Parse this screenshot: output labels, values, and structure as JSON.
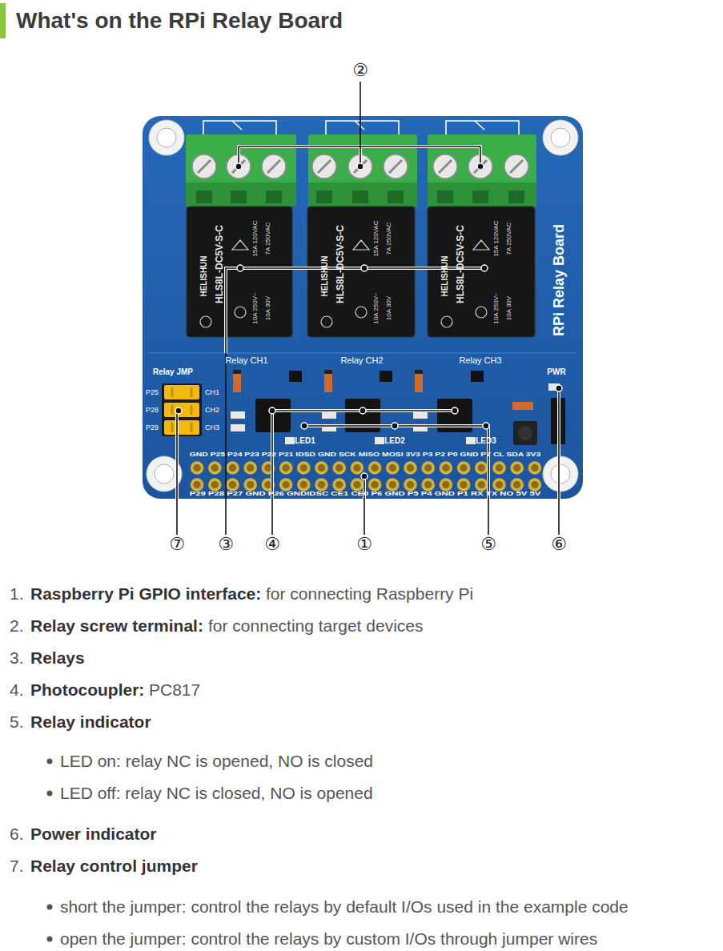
{
  "diagram": {
    "title": "What's on the RPi Relay Board",
    "labels": [
      "②",
      "HELISHUN",
      "HLS8L-DC5V-S-C",
      "15A 120VAC",
      "7A 250VAC",
      "10A 250V~",
      "10A 30V",
      "HELISHUN",
      "HLS8L-DC5V-S-C",
      "15A 120VAC",
      "7A 250VAC",
      "10A 250V~",
      "10A 30V",
      "HELISHUN",
      "HLS8L-DC5V-S-C",
      "15A 120VAC",
      "7A 250VAC",
      "10A 250V~",
      "10A 30V",
      "Relay CH1",
      "Relay CH2",
      "Relay CH3",
      "RPi Relay Board",
      "Relay JMP",
      "P25",
      "CH1",
      "P28",
      "CH2",
      "P29",
      "CH3",
      "LED1",
      "LED2",
      "LED3",
      "PWR",
      "GND P25 P24 P23 P22 P21 IDSD GND SCK MISO MOSI 3V3 P3 P2 P0 GND P7 CL SDA 3V3",
      "P29 P28 P27 GND P26 GNDIDSC CE1 CE0 P6 GND P5 P4 GND P1 RX TX NO 5V 5V",
      "⑦",
      "③",
      "④",
      "①",
      "⑤",
      "⑥",
      "1.",
      "Raspberry Pi GPIO interface:",
      "for connecting Raspberry Pi",
      "2.",
      "Relay screw terminal:",
      "for connecting target devices",
      "3.",
      "Relays",
      "4.",
      "Photocoupler:",
      "PC817",
      "5.",
      "Relay indicator",
      "LED on: relay NC is opened, NO is closed",
      "LED off: relay NC is closed, NO is opened",
      "6.",
      "Power indicator",
      "7.",
      "Relay control jumper",
      "short the jumper: control the relays by default I/Os used in the example code",
      "open the jumper: control the relays by custom I/Os through jumper wires"
    ]
  }
}
